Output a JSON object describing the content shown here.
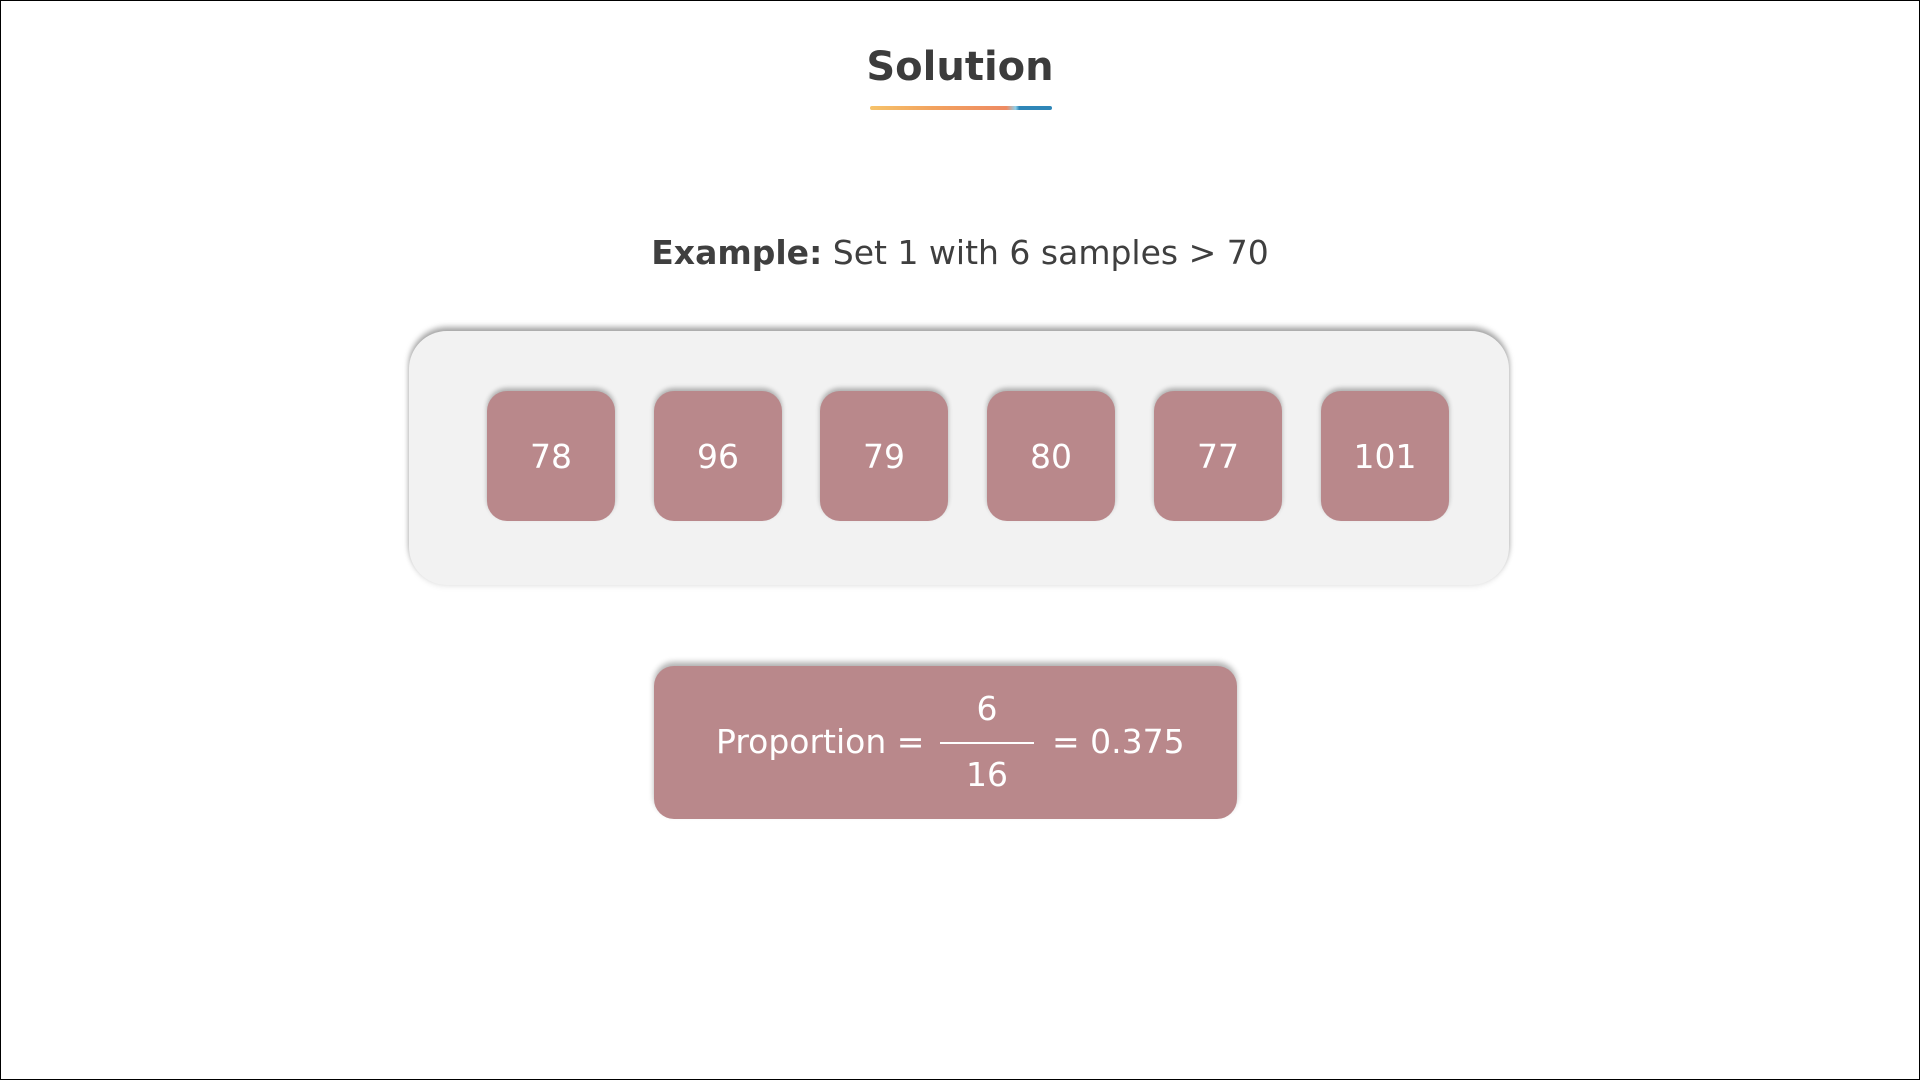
{
  "title": "Solution",
  "underline_colors": [
    "#f6c36a",
    "#f2a25e",
    "#ee8a62",
    "#8fd0ea",
    "#2e86b8"
  ],
  "example": {
    "label": "Example:",
    "text": "Set 1 with 6 samples > 70"
  },
  "samples": [
    "78",
    "96",
    "79",
    "80",
    "77",
    "101"
  ],
  "chip_color": "#b9888b",
  "panel_color": "#f2f2f2",
  "proportion": {
    "label": "Proportion =",
    "numerator": "6",
    "denominator": "16",
    "result": "= 0.375"
  }
}
